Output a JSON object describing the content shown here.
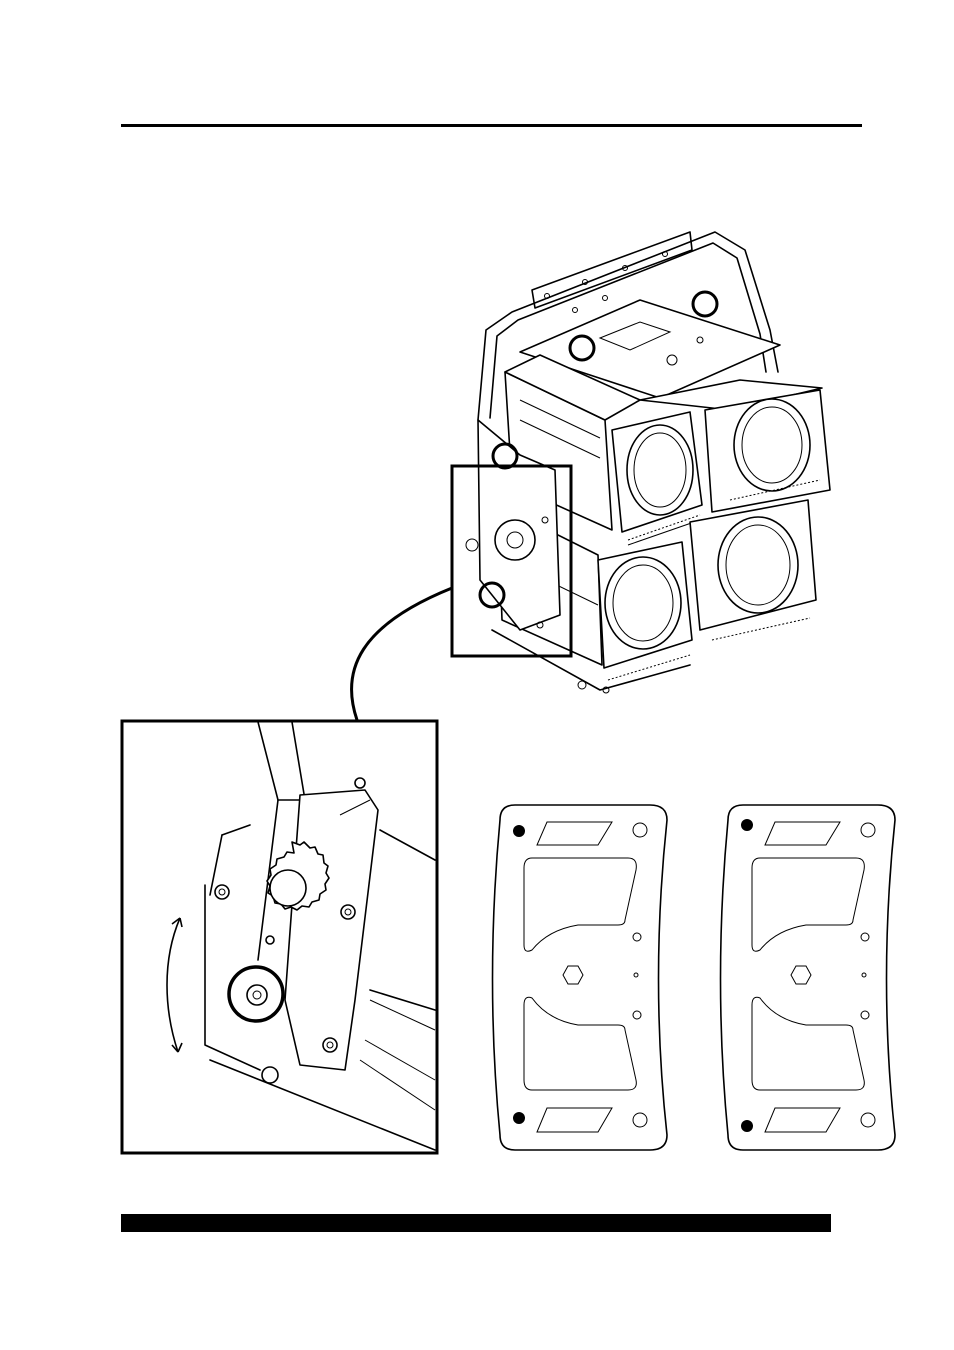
{
  "page": {
    "top_rule": "horizontal-rule",
    "bottom_bar": "footer-bar"
  },
  "figures": {
    "fixture": {
      "icon": "four-cell-light-fixture-illustration",
      "marked_points": 5
    },
    "detail": {
      "icon": "yoke-knob-detail-illustration"
    },
    "plates": [
      {
        "icon": "mounting-plate-illustration",
        "marked_holes": "left"
      },
      {
        "icon": "mounting-plate-illustration",
        "marked_holes": "left"
      }
    ]
  }
}
